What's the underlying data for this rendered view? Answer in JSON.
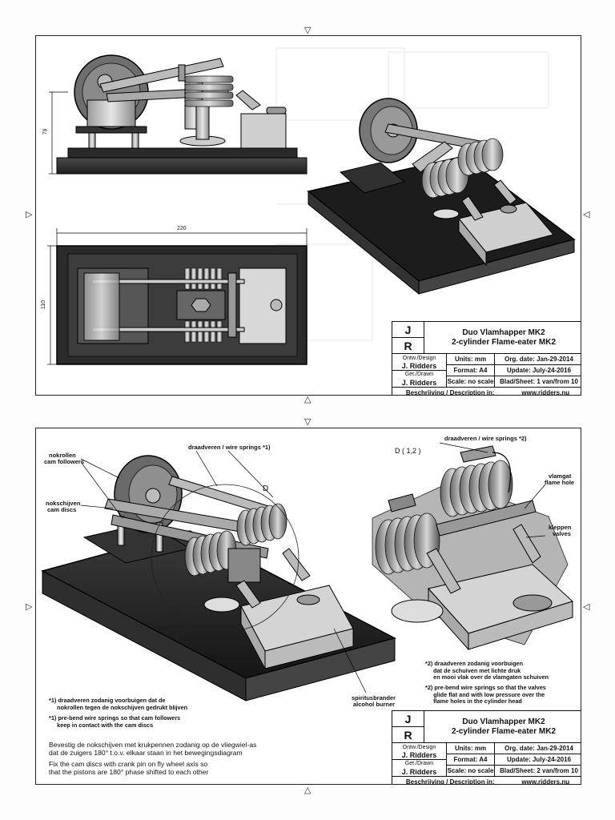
{
  "title_block": {
    "initials_j": "J",
    "initials_r": "R",
    "title_nl": "Duo Vlamhapper MK2",
    "title_en": "2-cylinder Flame-eater MK2",
    "design_label": "Ontw./Design",
    "design_name": "J. Ridders",
    "drawn_label": "Get./Drawn",
    "drawn_name": "J. Ridders",
    "units": "Units: mm",
    "format": "Format: A4",
    "scale": "Scale: no scale",
    "org_date": "Org. date: Jan-29-2014",
    "update": "Update: July-24-2016",
    "description_label": "Beschrijving / Description in:",
    "website": "www.ridders.nu"
  },
  "sheet1": {
    "sheet_no": "Blad/Sheet: 1 van/from 10",
    "dims": {
      "height_side": "79",
      "width_top": "220",
      "height_top": "110"
    }
  },
  "sheet2": {
    "sheet_no": "Blad/Sheet: 2 van/from 10",
    "labels": {
      "springs_1": "draadveren / wire springs *1)",
      "springs_2": "draadveren / wire springs *2)",
      "cam_followers_nl": "nokrollen",
      "cam_followers_en": "cam followers",
      "cam_discs_nl": "nokschijven",
      "cam_discs_en": "cam discs",
      "detail_d": "D",
      "detail_d_scale": "D ( 1,2 )",
      "flame_hole_nl": "vlamgat",
      "flame_hole_en": "flame hole",
      "valves_nl": "kleppen",
      "valves_en": "valves",
      "burner_nl": "spiritusbrander",
      "burner_en": "alcohol burner"
    },
    "note1_nl": "*1) draadveren zodanig voorbuigen dat de\n     nokrollen tegen de nokschijven gedrukt blijven",
    "note1_en": "*1) pre-bend wire springs so that cam followers\n     keep in contact with the cam discs",
    "note2_nl": "*2) draadveren zodanig voorbuigen\n     dat de schuiven met lichte druk\n     en mooi vlak over de vlamgaten schuiven",
    "note2_en": "*2) pre-bend wire springs so that the valves\n     glide flat and with low pressure over the\n     flame holes in the cylinder head",
    "instruction_nl": "Bevestig de nokschijven met krukpennen zodanig op de vliegwiel-as\ndat de zuigers 180° t.o.v. elkaar staan in het bewegingsdiagram",
    "instruction_en": "Fix the cam discs with crank pin on fly wheel axis so\nthat the pistons are 180° phase shifted to each other"
  }
}
